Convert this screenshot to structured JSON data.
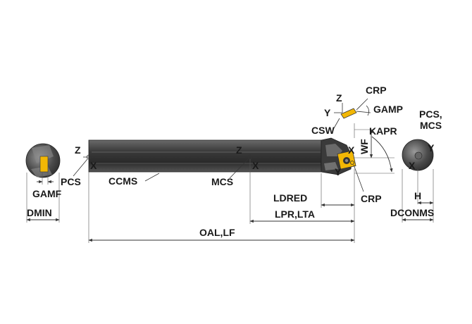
{
  "labels": {
    "z_left": "Z",
    "x_left": "X",
    "pcs_left": "PCS",
    "ccms": "CCMS",
    "z_mid": "Z",
    "x_mid": "X",
    "mcs": "MCS",
    "z_top": "Z",
    "y_top": "Y",
    "crp_top": "CRP",
    "gamp": "GAMP",
    "csw": "CSW",
    "kapr": "KAPR",
    "wf": "WF",
    "x_head": "X",
    "y_head": "Y",
    "crp_bottom": "CRP",
    "pcs_right_line1": "PCS,",
    "pcs_right_line2": "MCS",
    "y_end": "Y",
    "x_end": "X",
    "gamf": "GAMF",
    "dmin": "DMIN",
    "ldred": "LDRED",
    "lpr_lta": "LPR,LTA",
    "oal_lf": "OAL,LF",
    "h": "H",
    "dconms": "DCONMS"
  },
  "colors": {
    "body_dark": "#2b2b2b",
    "body_mid": "#4a4a4a",
    "body_light": "#7a7a7a",
    "insert_yellow": "#f2b705",
    "line": "#333333"
  }
}
